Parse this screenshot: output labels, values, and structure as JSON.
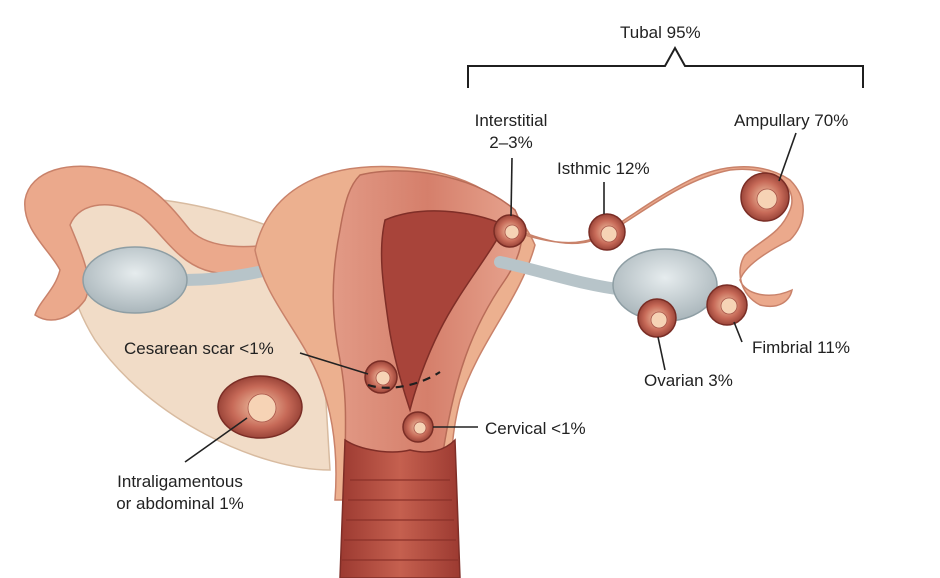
{
  "colors": {
    "background": "#ffffff",
    "uterus_outer": "#ecb08f",
    "muscle": "#d98e7c",
    "cavity": "#a8443a",
    "ovary": "#c9d2d6",
    "ligament": "#f1dcc7",
    "pregnancy_site": "#b75246",
    "embryo": "#f6d3b5",
    "label_text": "#222222",
    "leader_line": "#222222"
  },
  "labels": {
    "tubal_group": "Tubal 95%",
    "interstitial_name": "Interstitial",
    "interstitial_pct": "2–3%",
    "isthmic": "Isthmic 12%",
    "ampullary": "Ampullary 70%",
    "cesarean_scar": "Cesarean scar <1%",
    "fimbrial": "Fimbrial 11%",
    "ovarian": "Ovarian 3%",
    "cervical": "Cervical <1%",
    "intraligamentous_line1": "Intraligamentous",
    "intraligamentous_line2": "or abdominal 1%"
  }
}
